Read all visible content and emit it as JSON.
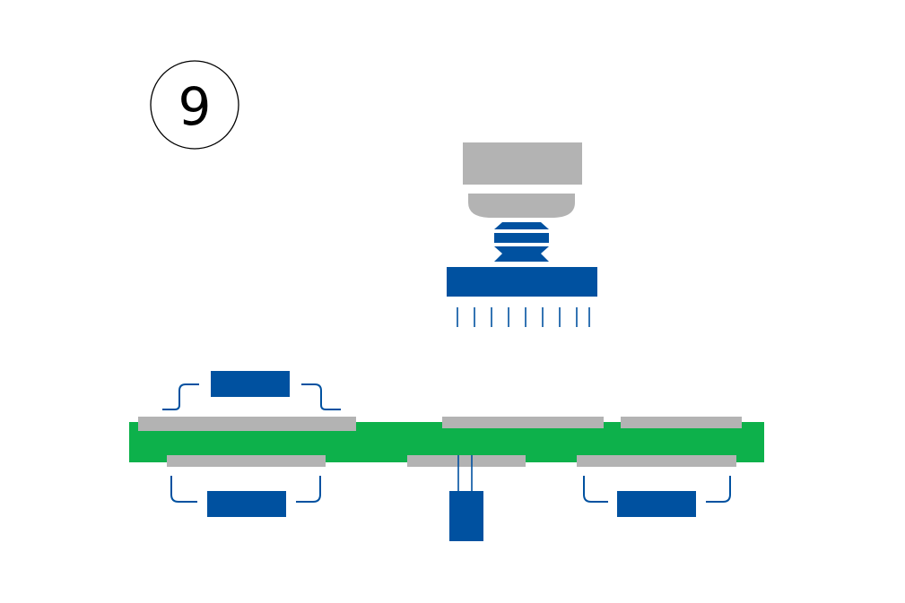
{
  "step": {
    "number": "9"
  },
  "colors": {
    "board": "#0db14b",
    "pad": "#b3b3b3",
    "component": "#0051a0",
    "lead": "#0051a0",
    "tool": "#b3b3b3",
    "background": "#ffffff"
  },
  "icons": {
    "step_badge": "circle-outline",
    "tool_head": "hot-bar-press",
    "spring": "compression-spring",
    "heater_plate": "heater-plate-with-pins"
  }
}
